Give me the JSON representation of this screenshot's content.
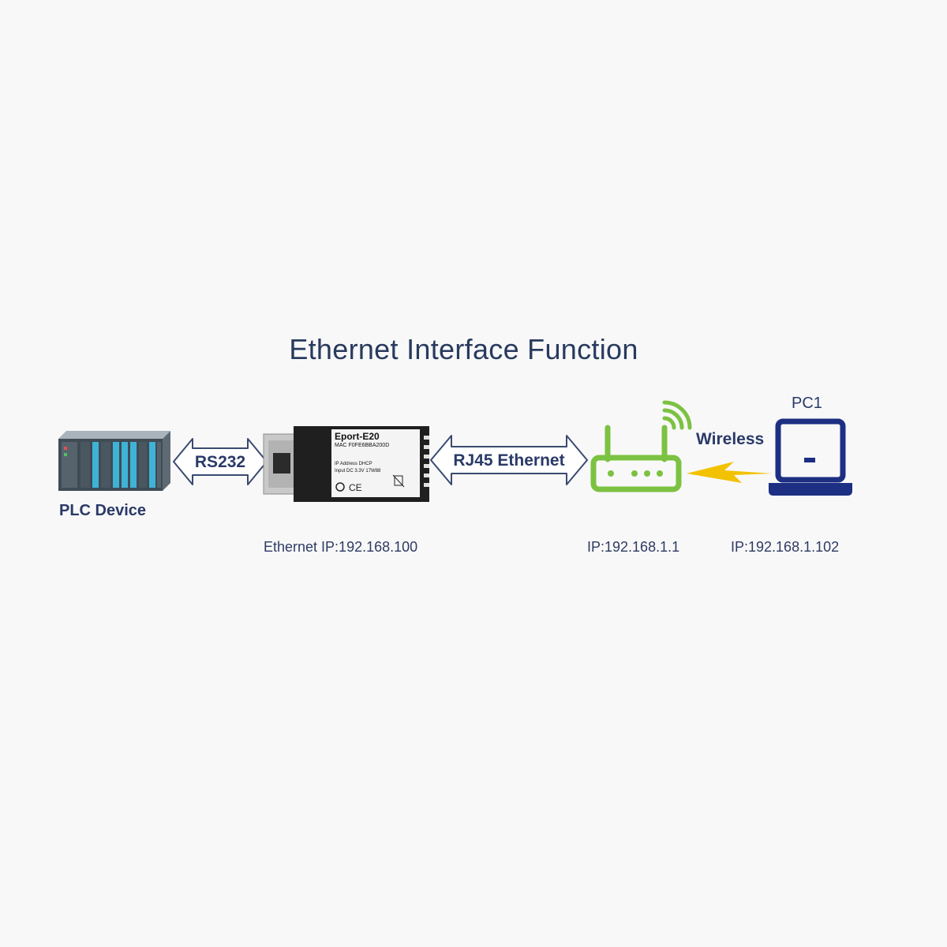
{
  "title": "Ethernet Interface Function",
  "plc": {
    "label": "PLC Device"
  },
  "link_rs232": {
    "label": "RS232"
  },
  "module": {
    "name": "Eport-E20",
    "mac": "MAC F0FE6BBA200D",
    "ip_line": "IP Address DHCP",
    "input_line": "Input DC 3.3V   17W88",
    "ip_caption": "Ethernet IP:192.168.100"
  },
  "link_rj45": {
    "label": "RJ45 Ethernet"
  },
  "router": {
    "ip_caption": "IP:192.168.1.1"
  },
  "link_wireless": {
    "label": "Wireless"
  },
  "pc": {
    "label": "PC1",
    "ip_caption": "IP:192.168.1.102"
  },
  "colors": {
    "text_navy": "#2a3a68",
    "router_green": "#7cc242",
    "pc_blue": "#1c2f82",
    "bolt_yellow": "#f2c200",
    "plc_cyan": "#3fb3d6"
  }
}
